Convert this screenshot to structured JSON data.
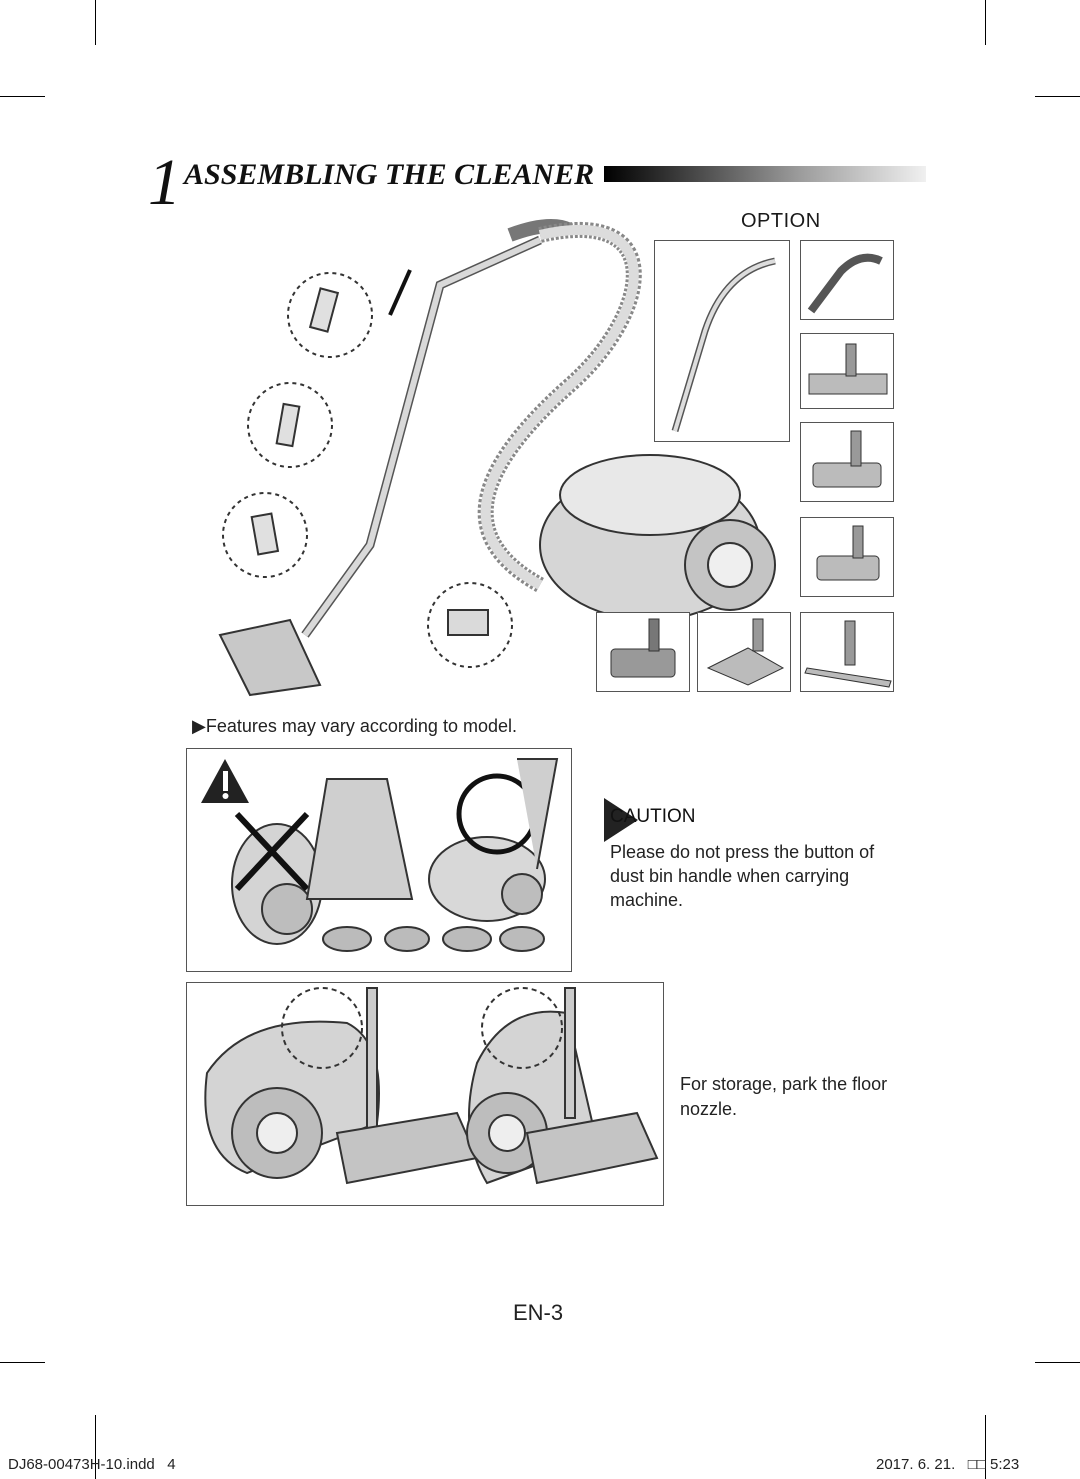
{
  "section": {
    "number": "1",
    "title": "ASSEMBLING THE CLEANER"
  },
  "option": {
    "label": "OPTION"
  },
  "notes": {
    "features": "Features may vary according to model.",
    "features_marker": "▶"
  },
  "caution": {
    "label": "CAUTION",
    "text": "Please do not press the button of dust bin handle when carrying machine."
  },
  "storage": {
    "text": "For storage, park the floor nozzle."
  },
  "page": {
    "number": "EN-3"
  },
  "footer": {
    "file": "DJ68-00473H-10.indd   4",
    "date": "2017. 6. 21.   □□ 5:23"
  },
  "colors": {
    "line": "#333333",
    "fill_light": "#e6e6e6",
    "fill_mid": "#bdbdbd"
  }
}
